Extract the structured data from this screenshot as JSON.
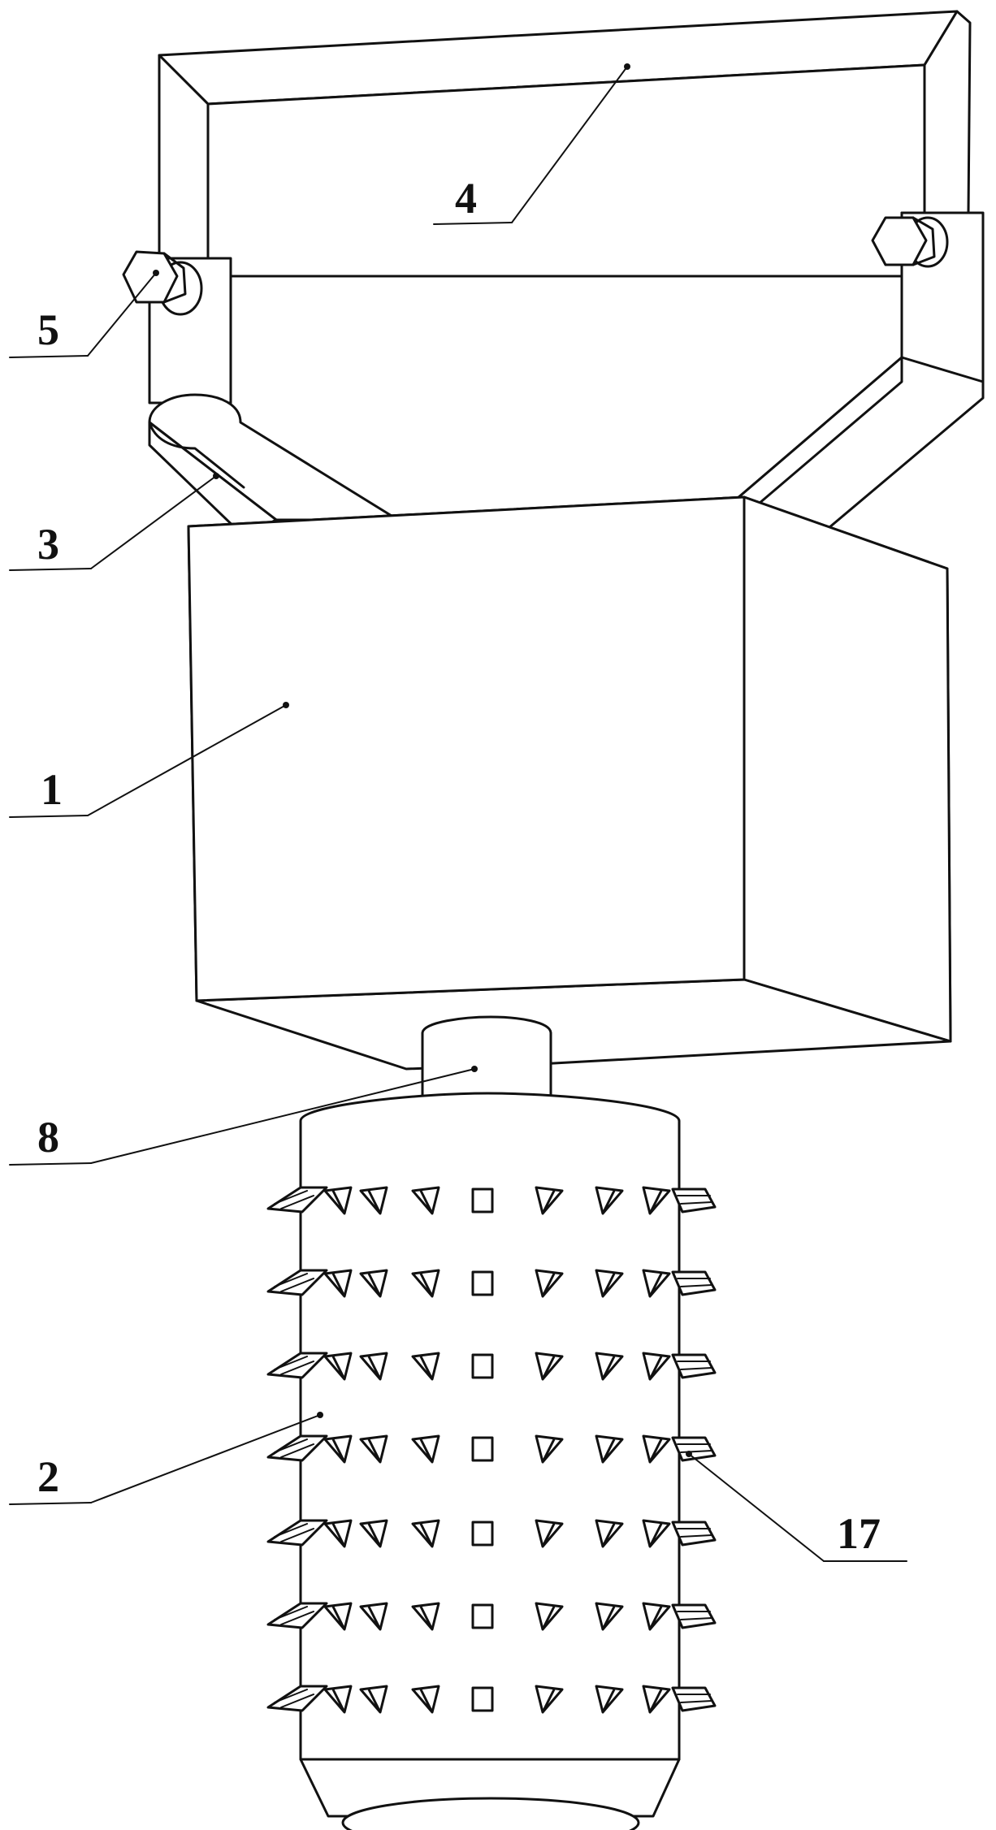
{
  "labels": {
    "housing": "1",
    "roller": "2",
    "arm": "3",
    "mount_plate": "4",
    "bolt": "5",
    "shaft": "8",
    "tooth": "17"
  }
}
